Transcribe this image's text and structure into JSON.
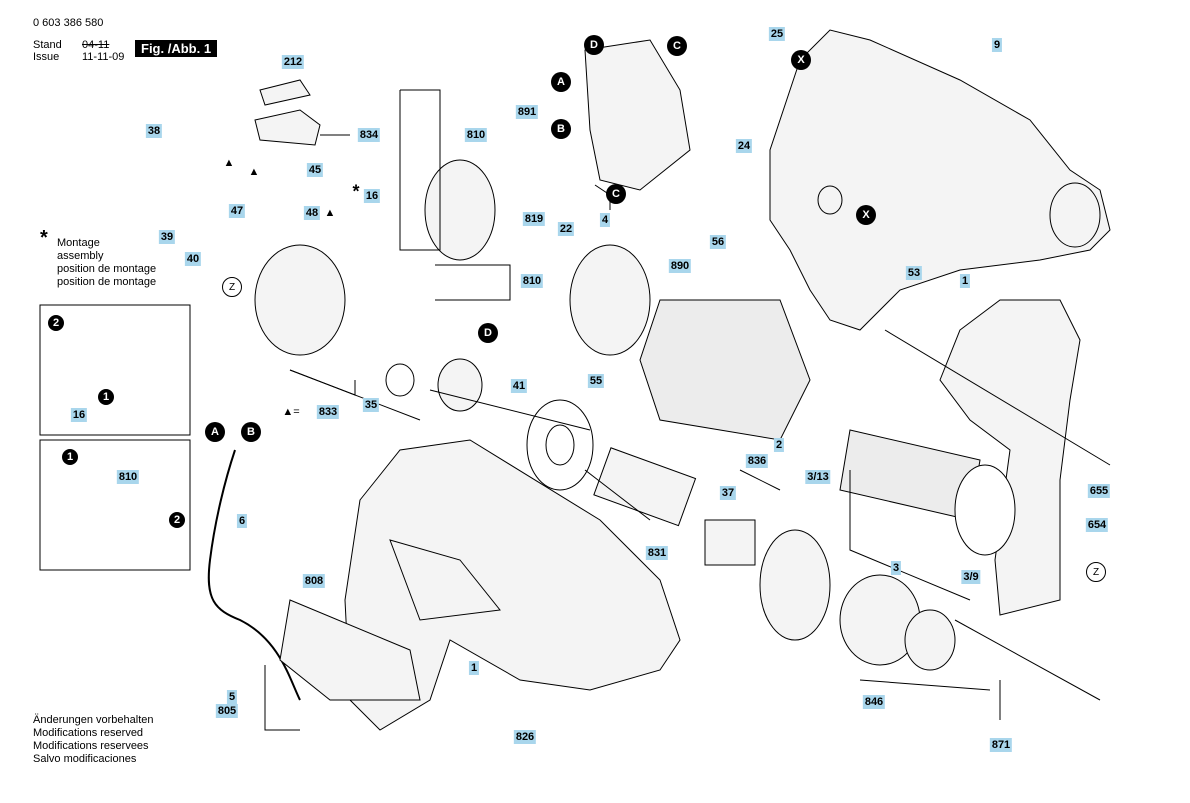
{
  "header": {
    "part_number": "0 603 386 580",
    "stand_label": "Stand",
    "stand_value": "04-11",
    "issue_label": "Issue",
    "issue_value": "11-11-09",
    "figure": "Fig. /Abb. 1"
  },
  "montage_note": {
    "star": "*",
    "lines": [
      "Montage",
      "assembly",
      "position de montage",
      "position de montage"
    ]
  },
  "footer_lines": [
    "Änderungen vorbehalten",
    "Modifications reserved",
    "Modifications reservees",
    "Salvo modificaciones"
  ],
  "parts": [
    "212",
    "834",
    "45",
    "38",
    "47",
    "48",
    "39",
    "40",
    "810",
    "16",
    "810",
    "891",
    "4",
    "819",
    "22",
    "56",
    "890",
    "25",
    "24",
    "9",
    "53",
    "1",
    "55",
    "41",
    "35",
    "833",
    "836",
    "37",
    "3/13",
    "2",
    "831",
    "3",
    "3/9",
    "655",
    "654",
    "6",
    "808",
    "5",
    "805",
    "826",
    "1",
    "846",
    "871",
    "810",
    "16"
  ],
  "markers": [
    "A",
    "B",
    "C",
    "D",
    "X",
    "Z",
    "1",
    "2"
  ],
  "symbols": [
    "▲",
    "▲",
    "▲",
    "▲=",
    "*"
  ]
}
